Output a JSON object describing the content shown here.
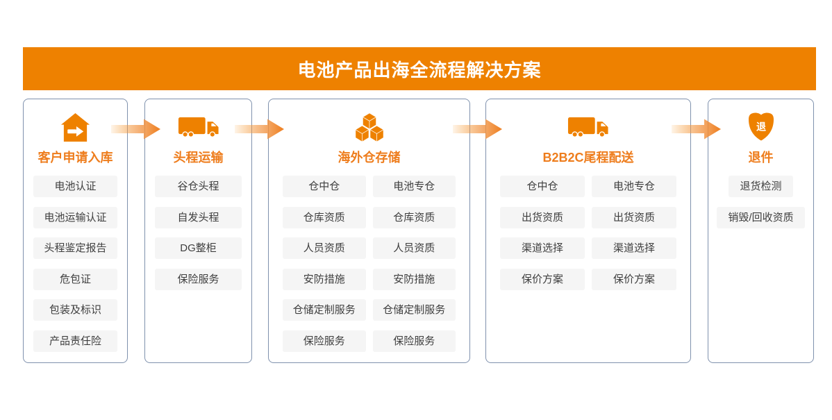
{
  "header": {
    "title": "电池产品出海全流程解决方案"
  },
  "colors": {
    "accent_orange": "#ee8100",
    "title_orange": "#ee7d1d",
    "card_border": "#7f91ad",
    "chip_bg": "#f5f5f5",
    "chip_text": "#3e3e3e",
    "banner_text": "#ffffff"
  },
  "flow": {
    "columns": [
      {
        "id": "customer-inbound",
        "title": "客户申请入库",
        "icon": "warehouse-inbound-icon",
        "layout": "single",
        "items": [
          "电池认证",
          "电池运输认证",
          "头程鉴定报告",
          "危包证",
          "包装及标识",
          "产品责任险"
        ]
      },
      {
        "id": "first-leg-transport",
        "title": "头程运输",
        "icon": "truck-icon",
        "layout": "single",
        "items": [
          "谷仓头程",
          "自发头程",
          "DG整柜",
          "保险服务"
        ]
      },
      {
        "id": "overseas-warehouse",
        "title": "海外仓存储",
        "icon": "boxes-icon",
        "layout": "double",
        "items": [
          "仓中仓",
          "电池专仓",
          "仓库资质",
          "仓库资质",
          "人员资质",
          "人员资质",
          "安防措施",
          "安防措施",
          "仓储定制服务",
          "仓储定制服务",
          "保险服务",
          "保险服务"
        ]
      },
      {
        "id": "b2b2c-last-mile",
        "title": "B2B2C尾程配送",
        "icon": "truck-icon",
        "layout": "double",
        "items": [
          "仓中仓",
          "电池专仓",
          "出货资质",
          "出货资质",
          "渠道选择",
          "渠道选择",
          "保价方案",
          "保价方案"
        ]
      },
      {
        "id": "returns",
        "title": "退件",
        "icon": "shield-return-icon",
        "layout": "single-auto",
        "shield_glyph": "退",
        "items": [
          "退货检测",
          "销毁/回收资质"
        ]
      }
    ]
  }
}
